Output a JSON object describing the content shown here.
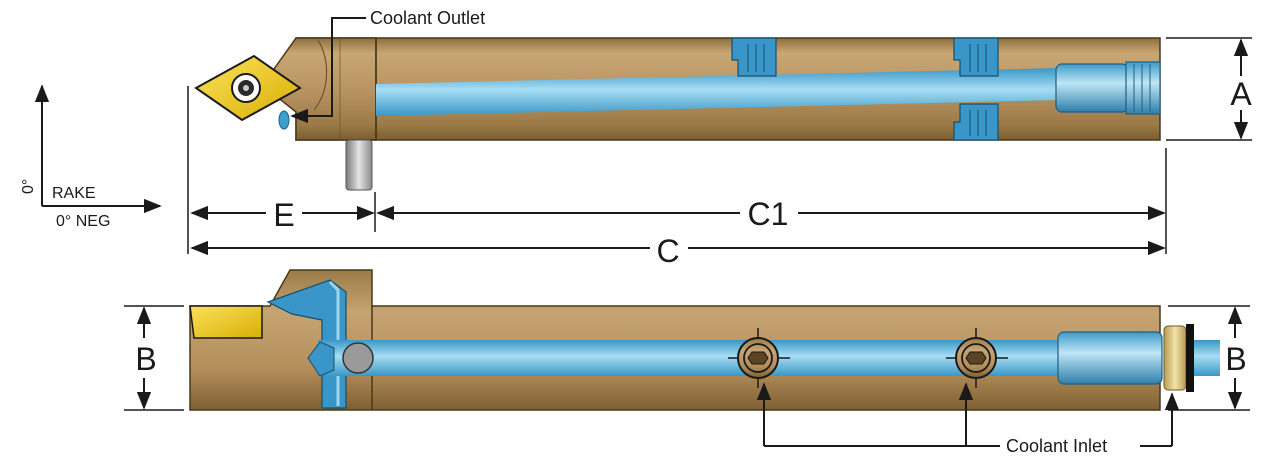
{
  "labels": {
    "coolant_outlet": "Coolant Outlet",
    "coolant_inlet": "Coolant Inlet",
    "rake_angle": "0°",
    "rake": "RAKE",
    "neg": "0° NEG"
  },
  "dimensions": {
    "A": "A",
    "B_left": "B",
    "B_right": "B",
    "C": "C",
    "C1": "C1",
    "E": "E"
  },
  "colors": {
    "body": "#b08d57",
    "body_dark": "#8a6a3a",
    "coolant": "#5fb8df",
    "coolant_light": "#9bd6f0",
    "coolant_dark": "#2f86b3",
    "insert": "#f2cf1a",
    "screw": "#2f86b3"
  }
}
